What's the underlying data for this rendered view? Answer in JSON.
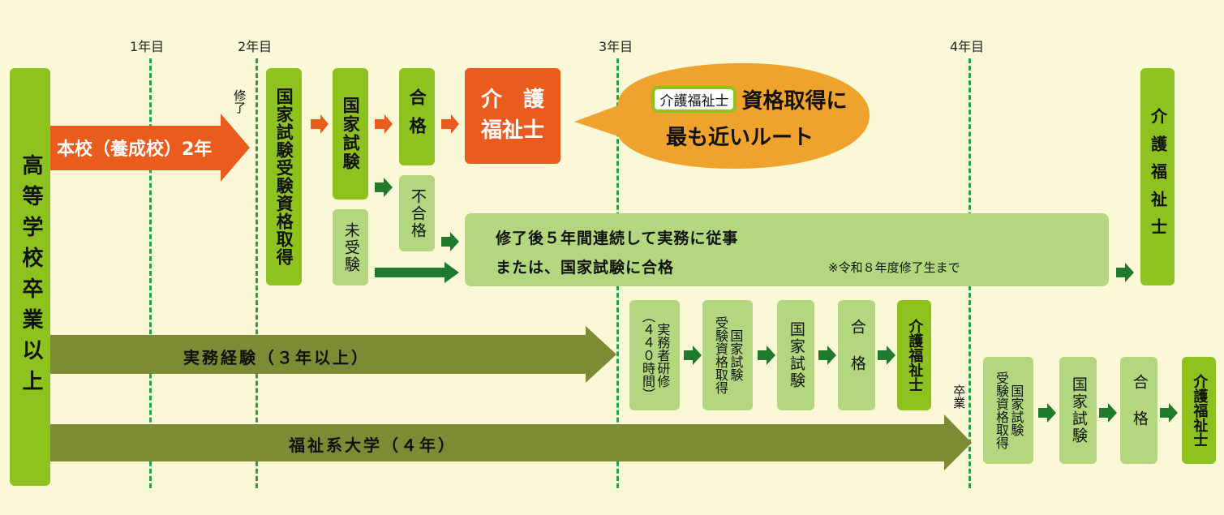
{
  "years": [
    "1年目",
    "2年目",
    "3年目",
    "4年目"
  ],
  "left_column": "高等学校卒業以上",
  "main_route": {
    "school": "本校（養成校）2年",
    "completion": "修了",
    "qualification": "国家試験受験資格取得",
    "exam": "国家試験",
    "pass": "合格",
    "fail": "不合格",
    "not_taken": "未受験",
    "result": "介 護\n福祉士",
    "result_line1": "介　護",
    "result_line2": "福祉士"
  },
  "callout": {
    "badge": "介護福祉士",
    "text1": "資格取得に",
    "text2": "最も近いルート"
  },
  "interim": {
    "line1": "修了後５年間連続して実務に従事",
    "line2": "または、国家試験に合格",
    "note": "※令和８年度修了生まで"
  },
  "far_right_result": "介護福祉士",
  "experience_route": {
    "arrow": "実務経験（３年以上）",
    "training_main": "実務者研修",
    "training_hours": "（４４０時間）",
    "qualification": "受験資格取得",
    "qualification_prefix": "国家試験",
    "exam": "国家試験",
    "pass": "合格",
    "result": "介護福祉士"
  },
  "university_route": {
    "arrow": "福祉系大学（４年）",
    "graduate": "卒業",
    "qualification_prefix": "国家試験",
    "qualification": "受験資格取得",
    "exam": "国家試験",
    "pass": "合格",
    "result": "介護福祉士"
  },
  "colors": {
    "background": "#fbf8d8",
    "orange": "#ea5c1e",
    "callout": "#f0a32c",
    "light_green": "#b3d77f",
    "mid_green": "#8dc21f",
    "olive": "#7c8b34",
    "dark_green": "#1f7a2e",
    "dashed": "#2e9e44"
  }
}
